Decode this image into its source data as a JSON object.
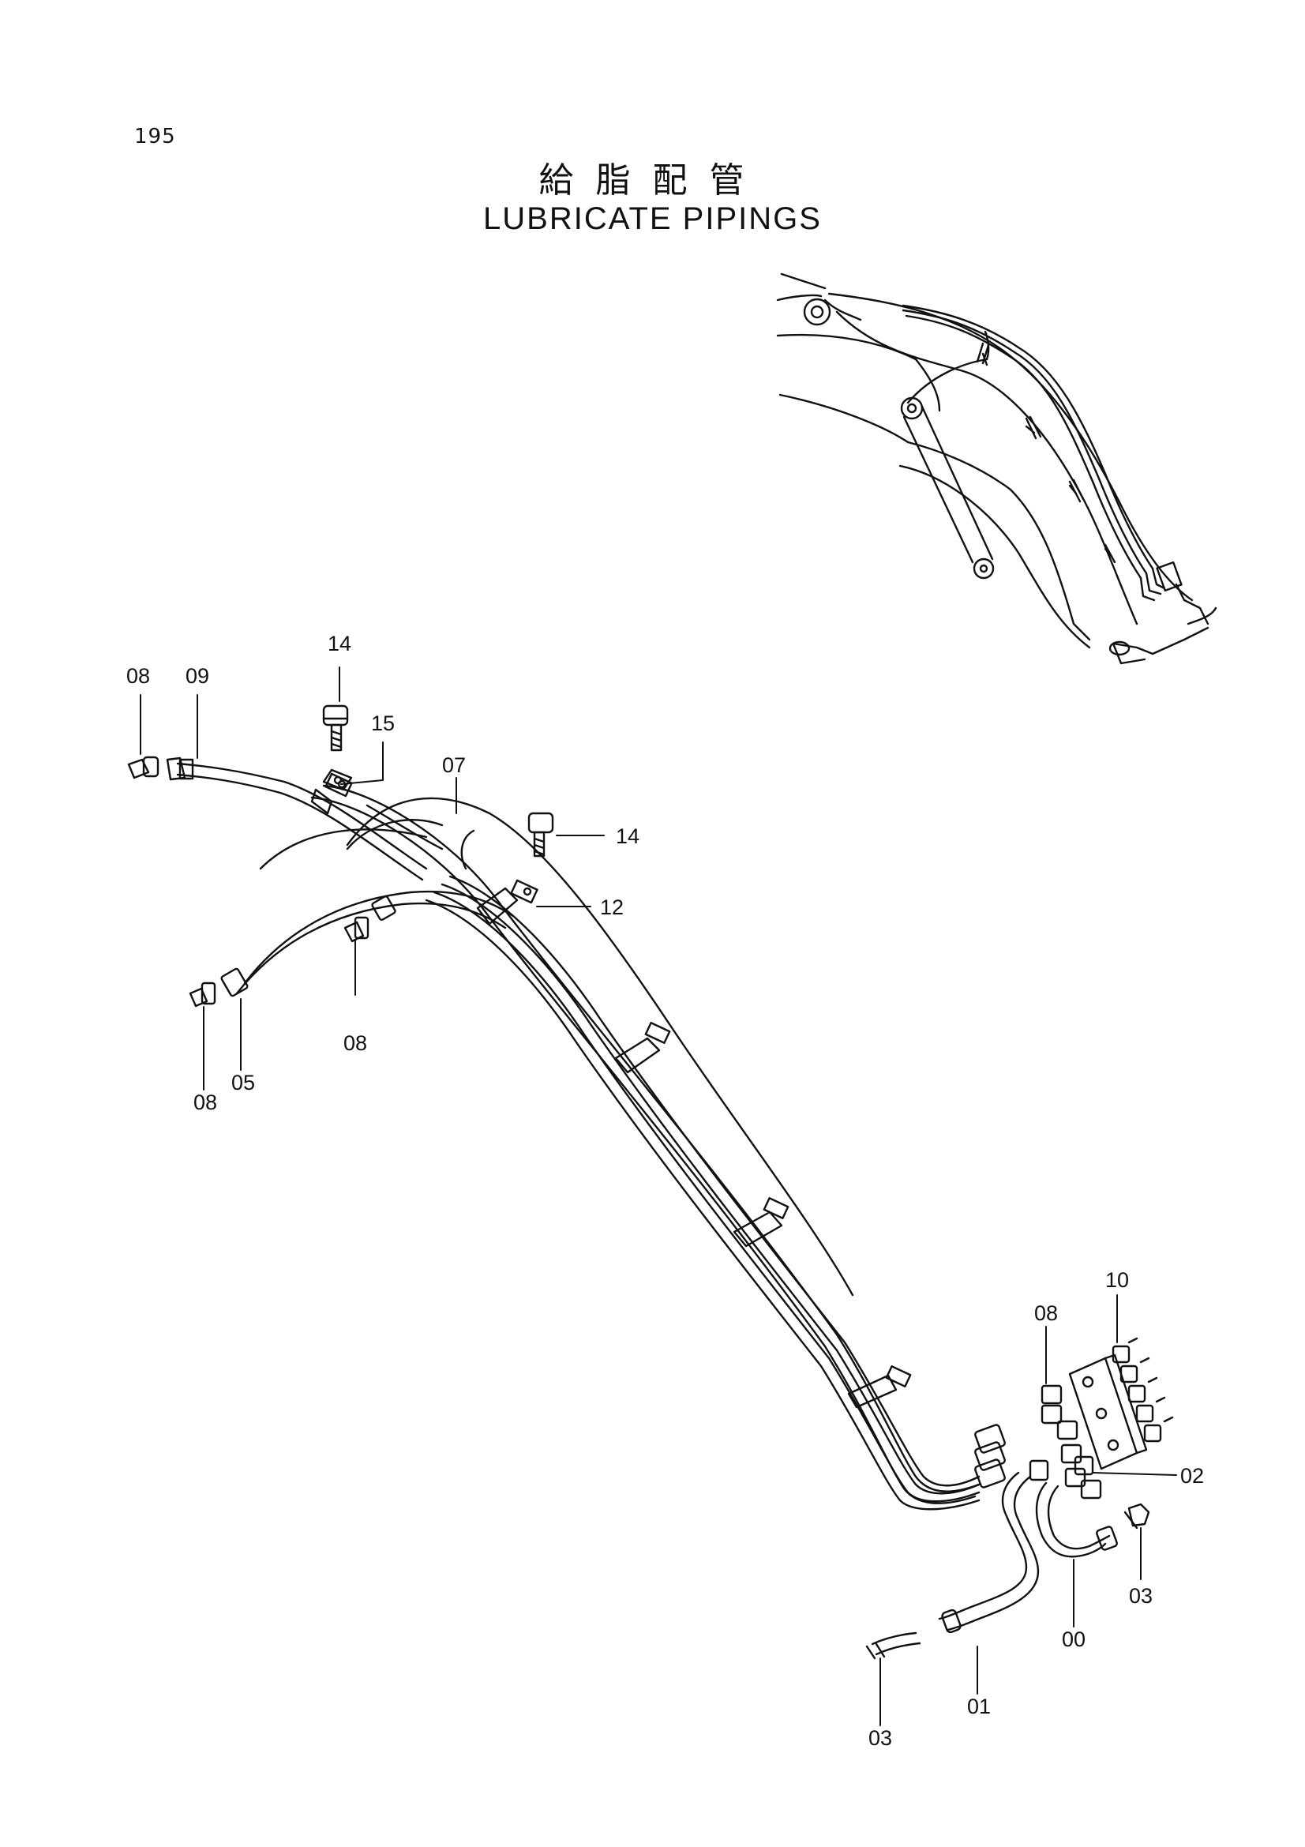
{
  "page_number": "195",
  "title_jp": "給脂配管",
  "title_en": "LUBRICATE PIPINGS",
  "callouts": [
    "14",
    "08",
    "09",
    "15",
    "07",
    "14",
    "12",
    "08",
    "08",
    "05",
    "10",
    "08",
    "02",
    "03",
    "00",
    "01",
    "03"
  ]
}
